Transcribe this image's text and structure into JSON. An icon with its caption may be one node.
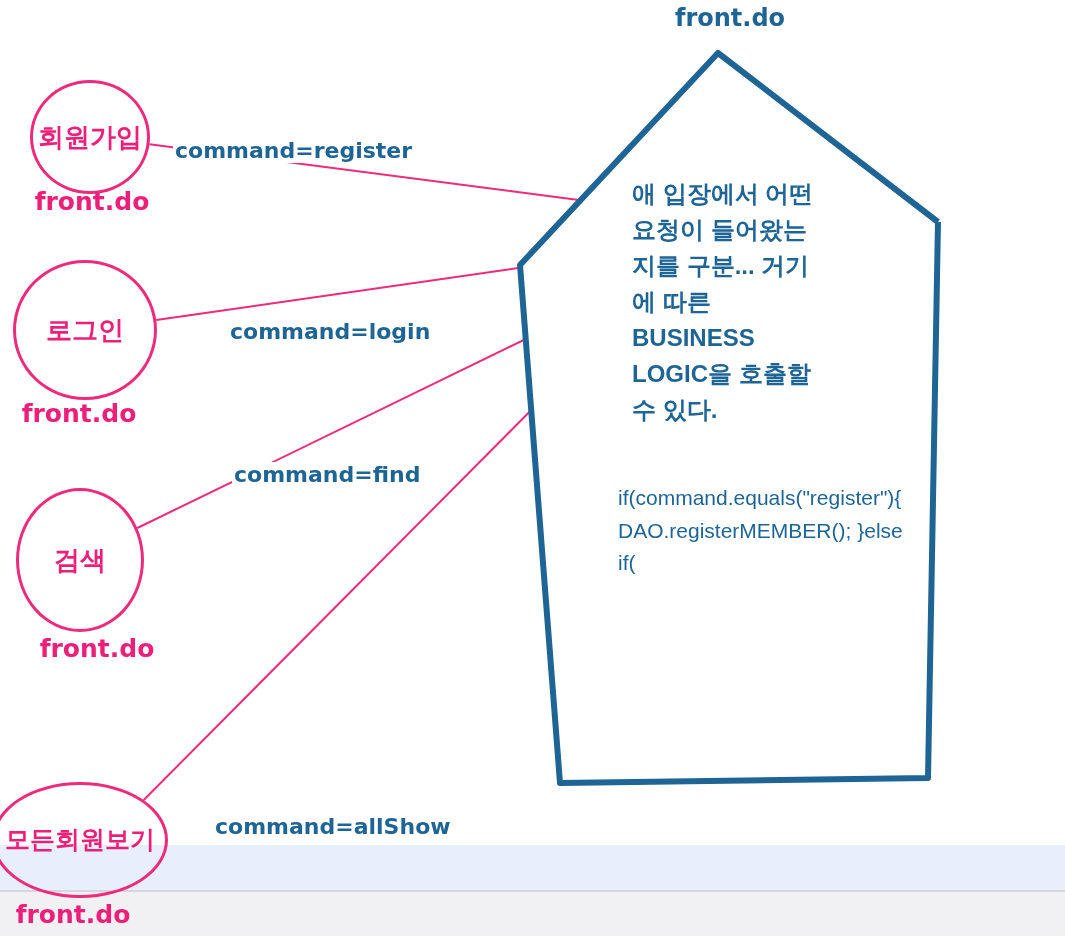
{
  "diagram": {
    "nodes": [
      {
        "text": [
          "회원가입"
        ],
        "beside": [
          "front.do"
        ]
      },
      {
        "text": [
          "로그인"
        ],
        "beside": [
          "front.do"
        ]
      },
      {
        "text": [
          "검색"
        ],
        "beside": [
          "front.do"
        ]
      },
      {
        "text": [
          "모든회원보기"
        ],
        "beside": [
          "front.do"
        ]
      },
      {
        "text": [
          "front.do",
          "애 입장에서 어떤 요청이 들어왔는지를 구분... 거기에 따른 BUSINESS LOGIC을 호출할수 있다.",
          "if(command.equals(\"register\"){ DAO.registerMEMBER(); }else if("
        ]
      }
    ],
    "edges": [
      {
        "from": 0,
        "to": 4,
        "arrow": "none",
        "label": "command=register"
      },
      {
        "from": 1,
        "to": 4,
        "arrow": "none",
        "label": "command=login"
      },
      {
        "from": 2,
        "to": 4,
        "arrow": "none",
        "label": "command=find"
      },
      {
        "from": 3,
        "to": 4,
        "arrow": "none",
        "label": "command=allShow"
      }
    ]
  }
}
